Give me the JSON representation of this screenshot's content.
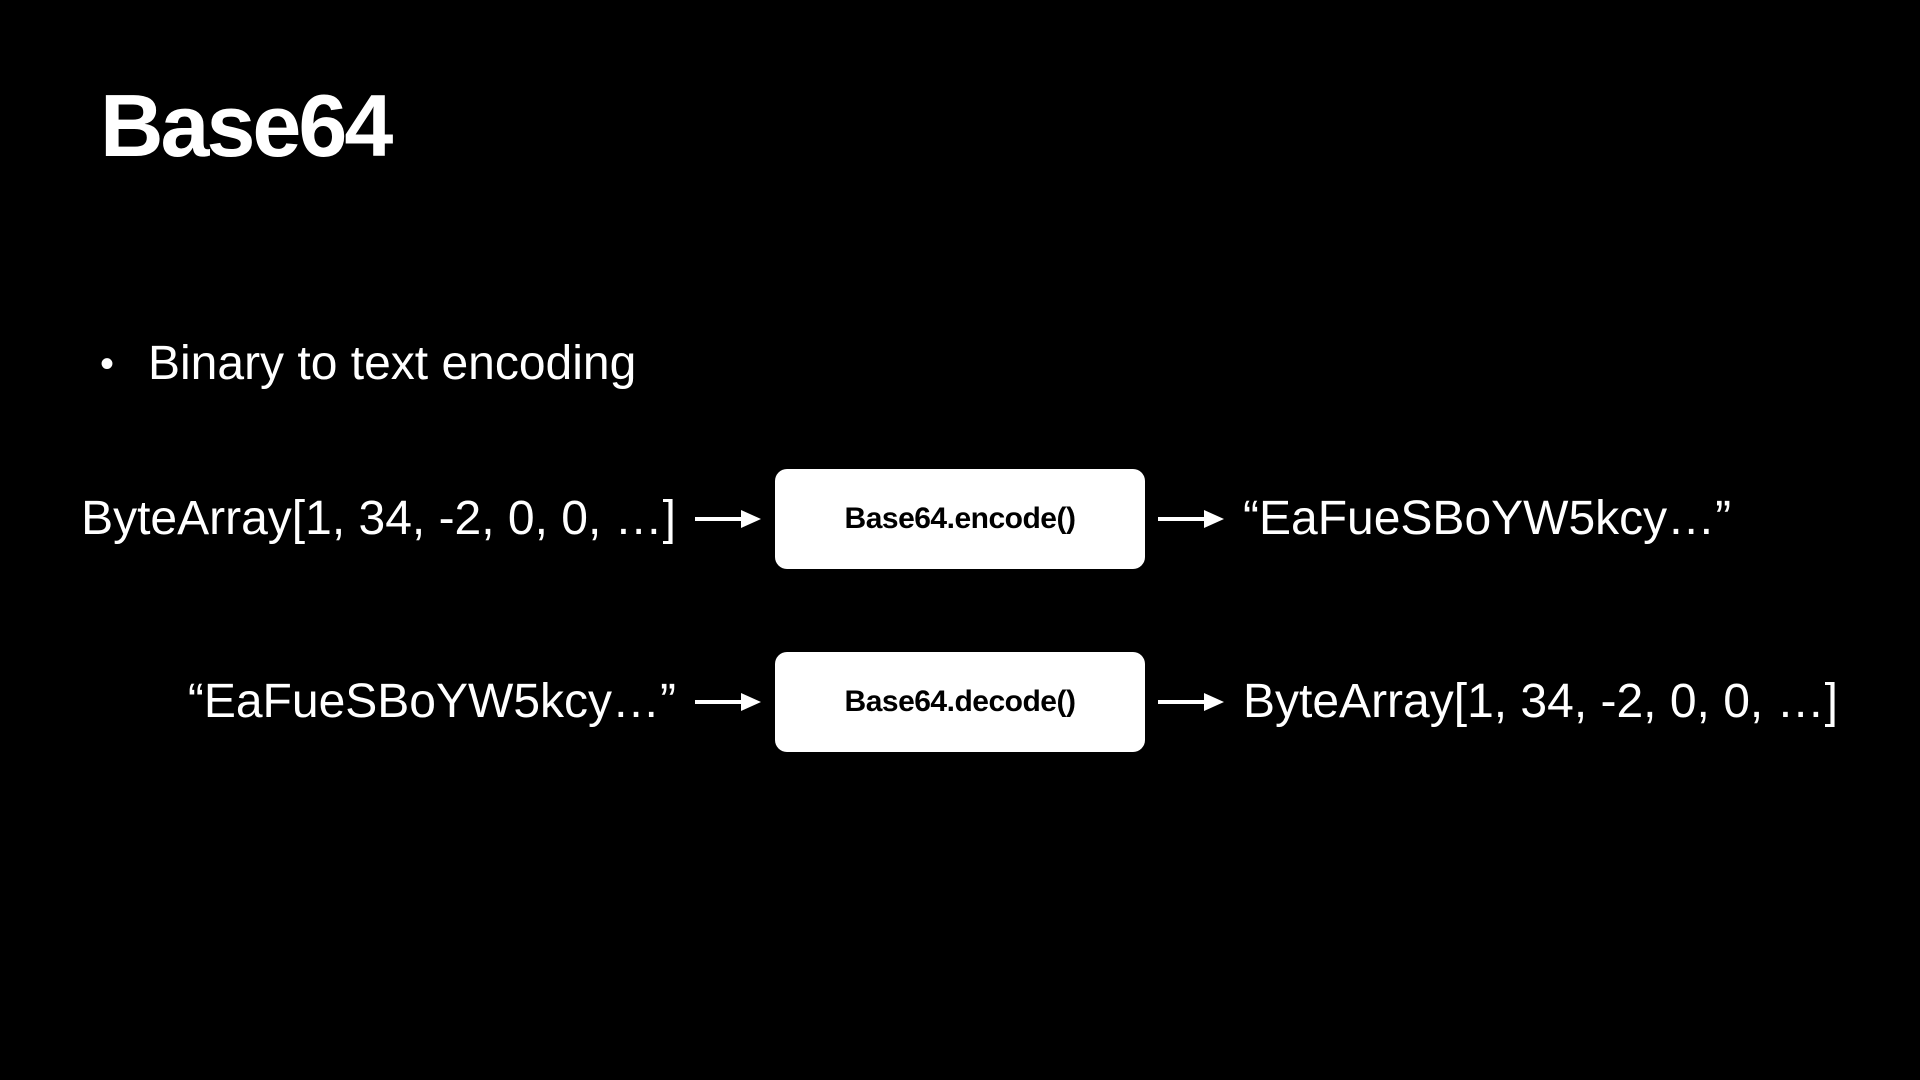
{
  "slide": {
    "title": "Base64",
    "bullet": {
      "dot": "•",
      "text": "Binary to text encoding"
    }
  },
  "diagram": {
    "encode": {
      "input": "ByteArray[1, 34, -2, 0, 0, …]",
      "function": "Base64.encode()",
      "output": "“EaFueSBoYW5kcy…”"
    },
    "decode": {
      "input": "“EaFueSBoYW5kcy…”",
      "function": "Base64.decode()",
      "output": "ByteArray[1, 34, -2, 0, 0, …]"
    }
  },
  "colors": {
    "background": "#000000",
    "foreground": "#ffffff",
    "box_fill": "#ffffff",
    "box_text": "#000000"
  },
  "icons": {
    "arrow": "arrow-right-icon"
  }
}
